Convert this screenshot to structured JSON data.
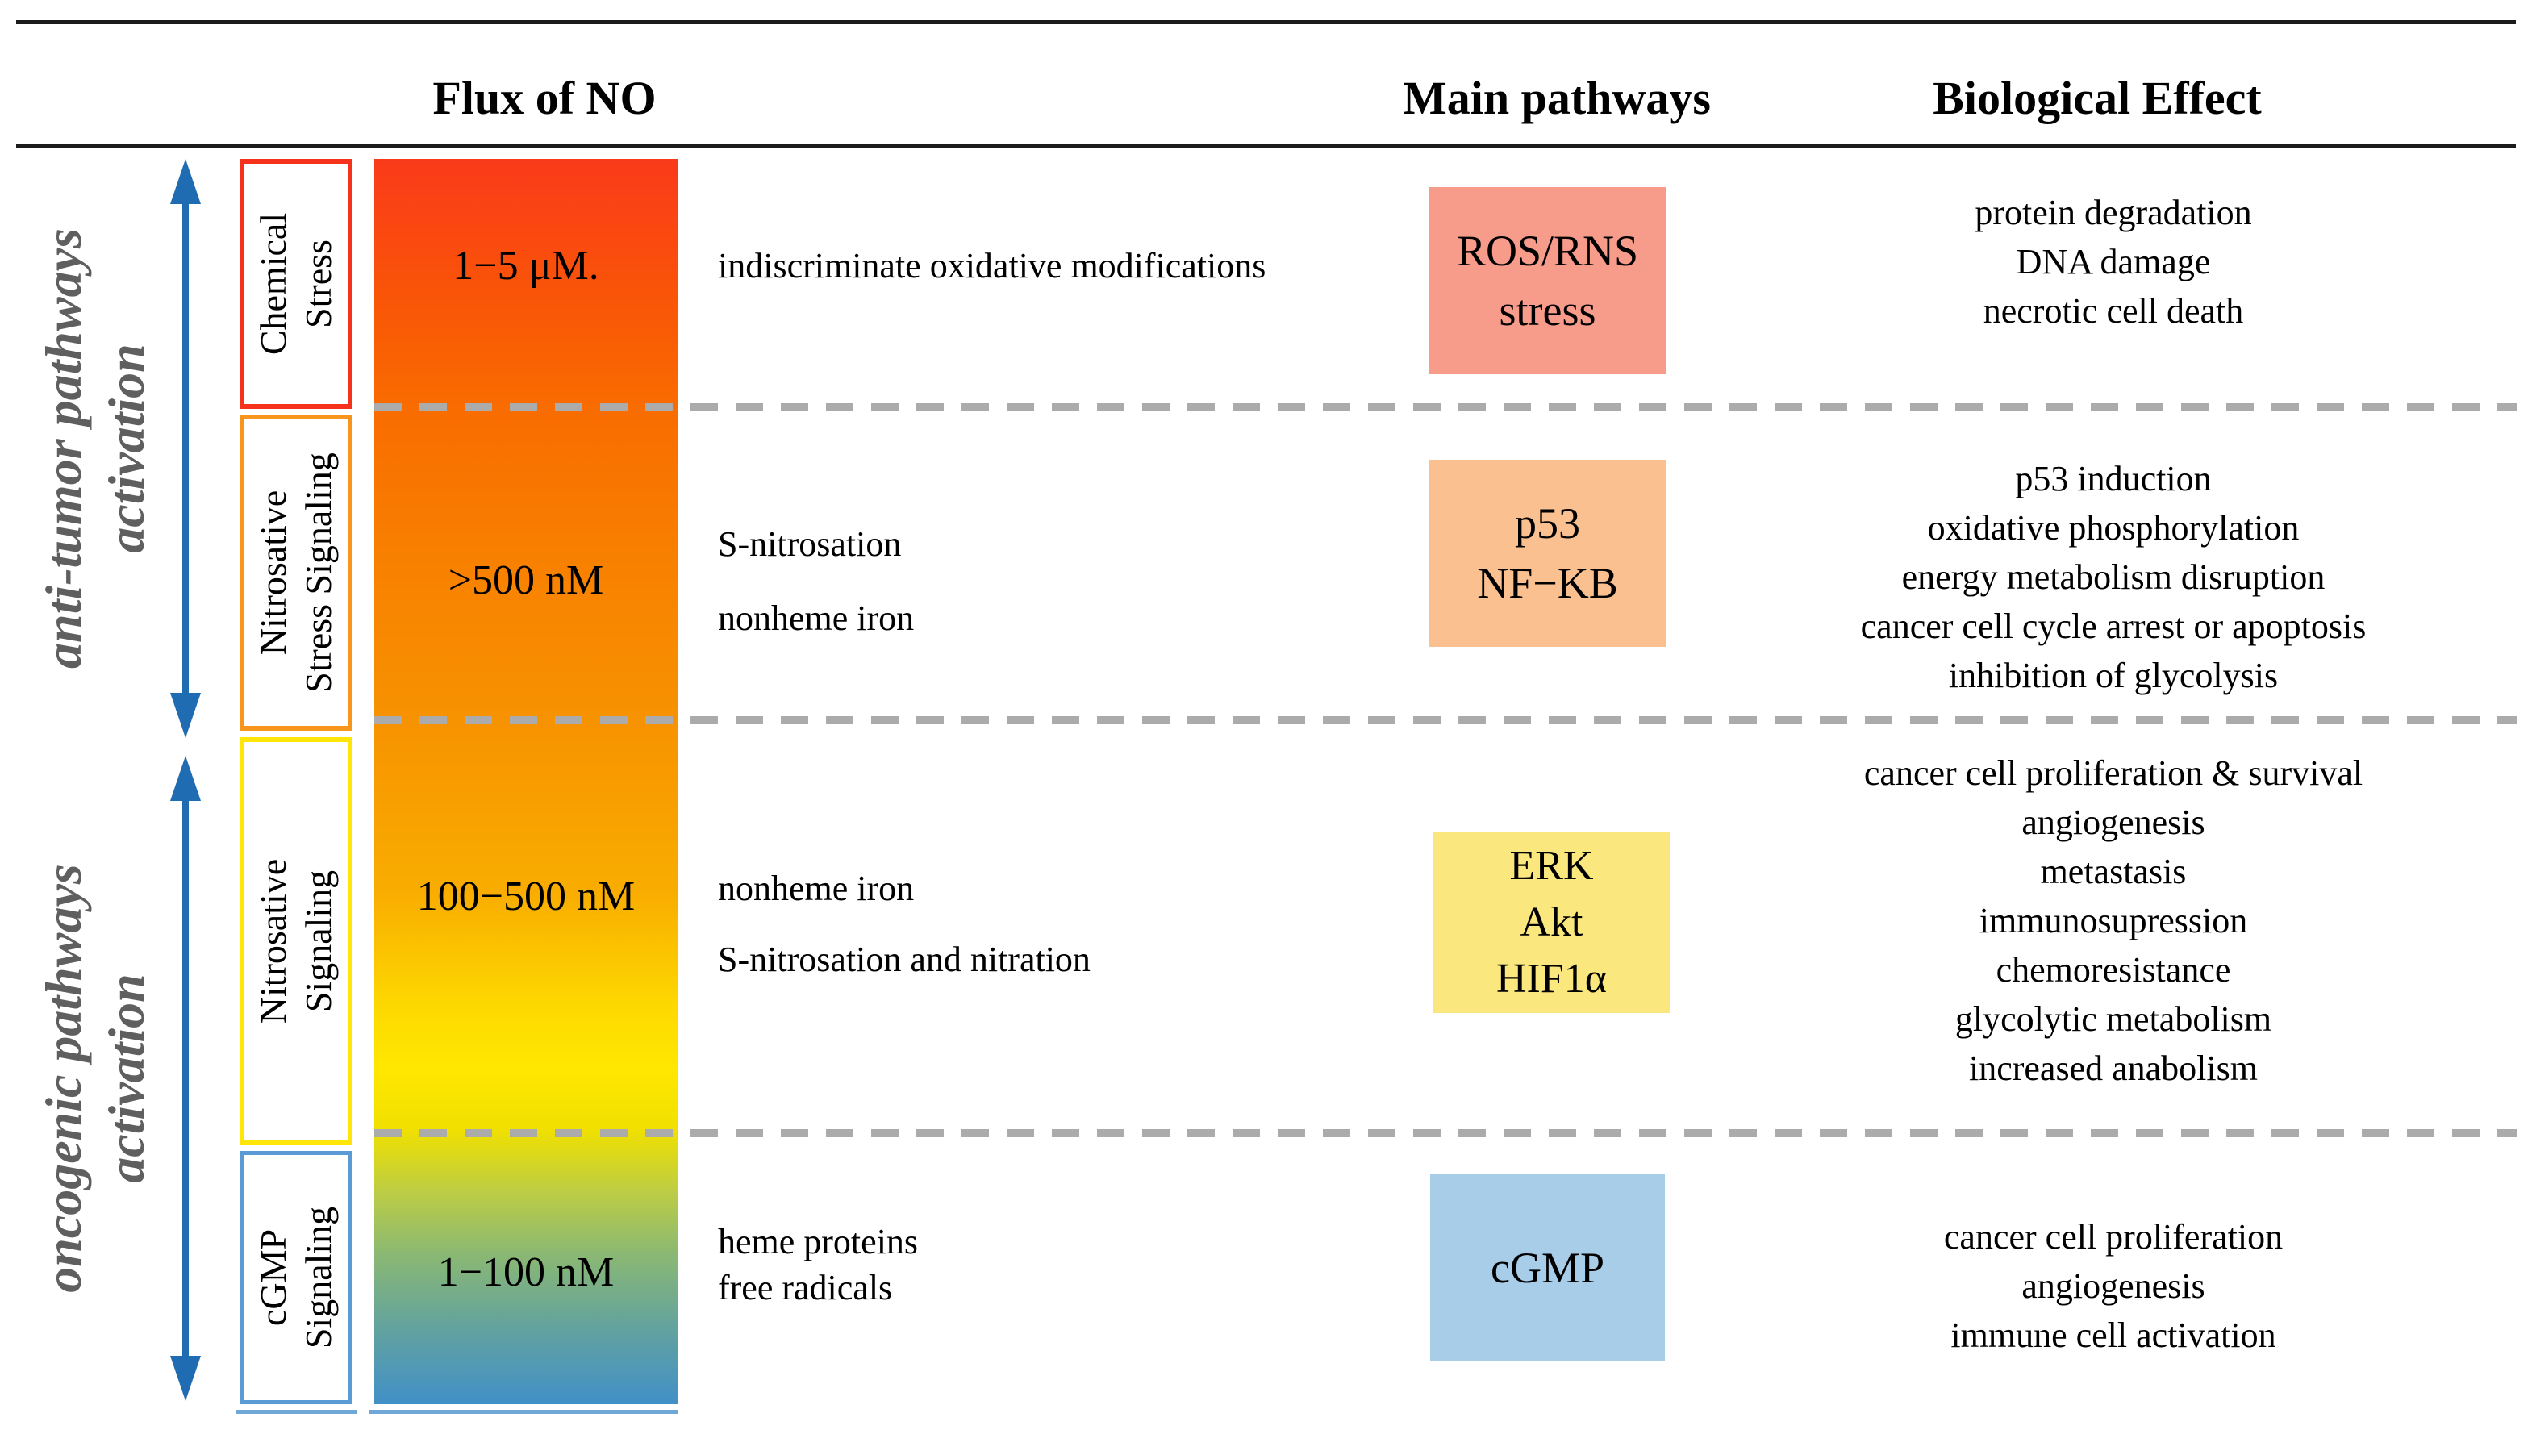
{
  "header": {
    "flux": "Flux of NO",
    "main_pathways": "Main pathways",
    "biological_effect": "Biological Effect"
  },
  "annotations": {
    "anti_tumor": {
      "line1": "anti-tumor pathways",
      "line2": "activation"
    },
    "oncogenic": {
      "line1": "oncogenic pathways",
      "line2": "activation"
    }
  },
  "rows": [
    {
      "category": {
        "line1": "Chemical",
        "line2": "Stress"
      },
      "border_color": "#f5321c",
      "concentration": "1−5 μM.",
      "mechanisms": [
        "indiscriminate oxidative modifications"
      ],
      "pathway": {
        "lines": [
          "ROS/RNS",
          "stress"
        ],
        "fill": "#f79b8a"
      },
      "effects": [
        "protein degradation",
        "DNA damage",
        "necrotic cell death"
      ]
    },
    {
      "category": {
        "line1": "Nitrosative",
        "line2": "Stress Signaling"
      },
      "border_color": "#f8951d",
      "concentration": ">500 nM",
      "mechanisms": [
        "S-nitrosation",
        "nonheme iron"
      ],
      "pathway": {
        "lines": [
          "p53",
          "NF−KB"
        ],
        "fill": "#fac08f"
      },
      "effects": [
        "p53 induction",
        "oxidative phosphorylation",
        "energy metabolism disruption",
        "cancer cell cycle arrest or apoptosis",
        "inhibition of glycolysis"
      ]
    },
    {
      "category": {
        "line1": "Nitrosative",
        "line2": "Signaling"
      },
      "border_color": "#ffe50a",
      "concentration": "100−500 nM",
      "mechanisms": [
        "nonheme iron",
        "S-nitrosation and nitration"
      ],
      "pathway": {
        "lines": [
          "ERK",
          "Akt",
          "HIF1α"
        ],
        "fill": "#fae77d"
      },
      "effects": [
        "cancer cell proliferation & survival",
        "angiogenesis",
        "metastasis",
        "immunosupression",
        "chemoresistance",
        "glycolytic metabolism",
        "increased anabolism"
      ]
    },
    {
      "category": {
        "line1": "cGMP",
        "line2": "Signaling"
      },
      "border_color": "#5b9bd5",
      "concentration": "1−100 nM",
      "mechanisms": [
        "heme proteins",
        "free radicals"
      ],
      "pathway": {
        "lines": [
          "cGMP"
        ],
        "fill": "#a7cde9"
      },
      "effects": [
        "cancer cell proliferation",
        "angiogenesis",
        "immune cell activation"
      ]
    }
  ],
  "colors": {
    "arrow_blue": "#1f6cb2",
    "dashed_gray": "#ababab",
    "rule_dark": "#1c1c1c",
    "annotation_gray": "#5f5f5f",
    "gradient_top_red": "#fa3a1a",
    "gradient_mid_orange": "#f79200",
    "gradient_yellow": "#ffe700",
    "gradient_bottom_blue": "#4190c8",
    "bottom_edge_blue": "#6fa8d6"
  }
}
